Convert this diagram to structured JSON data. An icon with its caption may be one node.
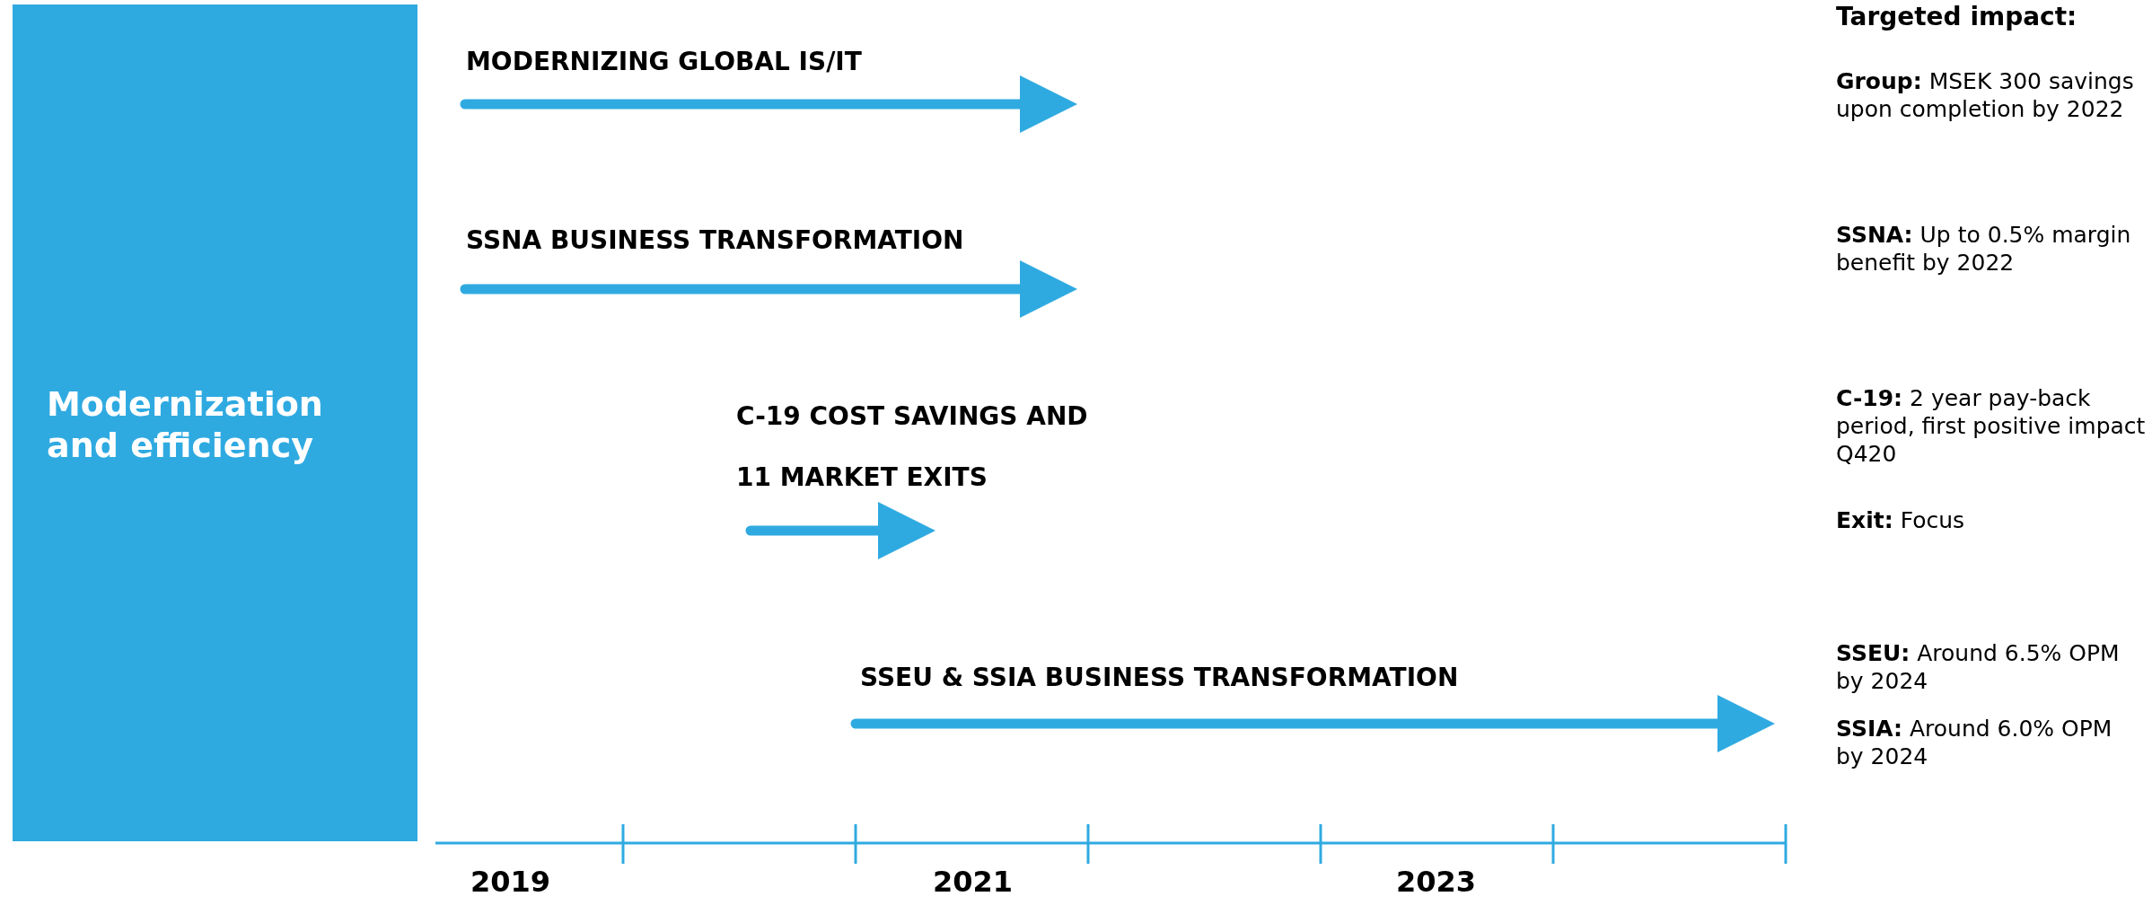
{
  "diagram": {
    "nodes": [
      {
        "text": [
          "Modernization and efficiency"
        ]
      }
    ],
    "labels": [
      "Targeted impact:",
      "MODERNIZING GLOBAL IS/IT",
      "**Group:** MSEK 300 savings upon completion by 2022",
      "SSNA BUSINESS TRANSFORMATION",
      "**SSNA:** Up to 0.5% margin benefit by 2022",
      "C-19 COST SAVINGS AND 11 MARKET EXITS",
      "**C-19:** 2 year pay-back period, first positive impact Q420",
      "**Exit:** Focus",
      "SSEU & SSIA BUSINESS TRANSFORMATION",
      "**SSEU:** Around 6.5% OPM by 2024",
      "**SSIA:** Around 6.0% OPM by 2024",
      "2019",
      "2021",
      "2023"
    ]
  }
}
